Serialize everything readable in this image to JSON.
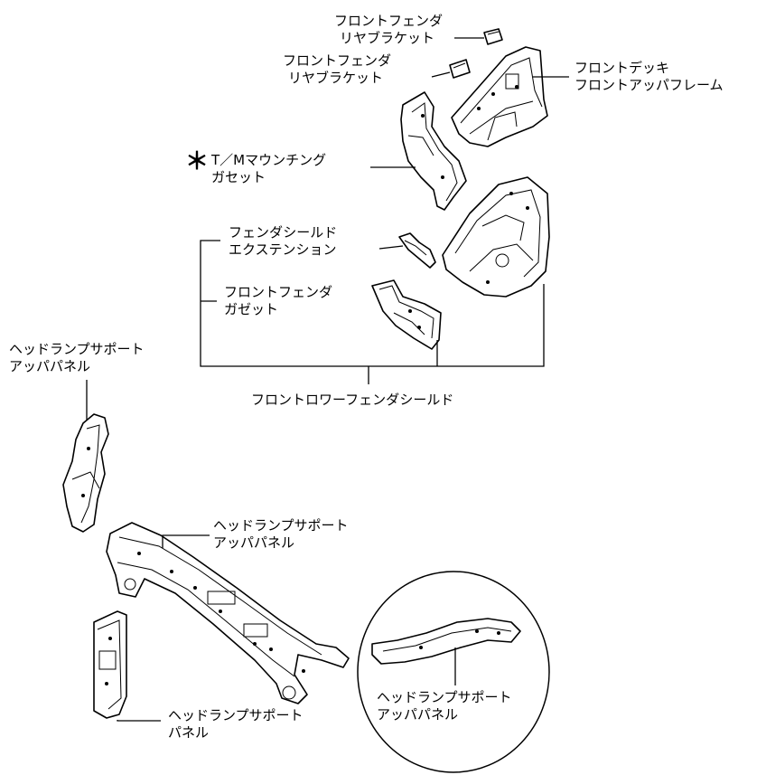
{
  "labels": {
    "front_fender_rear_bracket_1": [
      "フロントフェンダ",
      "リヤブラケット"
    ],
    "front_fender_rear_bracket_2": [
      "フロントフェンダ",
      "リヤブラケット"
    ],
    "front_deck_upper_frame": [
      "フロントデッキ",
      "フロントアッパフレーム"
    ],
    "asterisk": "＊",
    "tm_mounting_gusset": [
      "T／Mマウンチング",
      "ガセット"
    ],
    "fender_shield_extension": [
      "フェンダシールド",
      "エクステンション"
    ],
    "front_fender_gusset": [
      "フロントフェンダ",
      "ガゼット"
    ],
    "front_lower_fender_shield": "フロントロワーフェンダシールド",
    "headlamp_support_upper_panel_left": [
      "ヘッドランプサポート",
      "アッパパネル"
    ],
    "headlamp_support_upper_panel_center": [
      "ヘッドランプサポート",
      "アッパパネル"
    ],
    "headlamp_support_panel": [
      "ヘッドランプサポート",
      "パネル"
    ],
    "headlamp_support_upper_panel_circle": [
      "ヘッドランプサポート",
      "アッパパネル"
    ]
  }
}
